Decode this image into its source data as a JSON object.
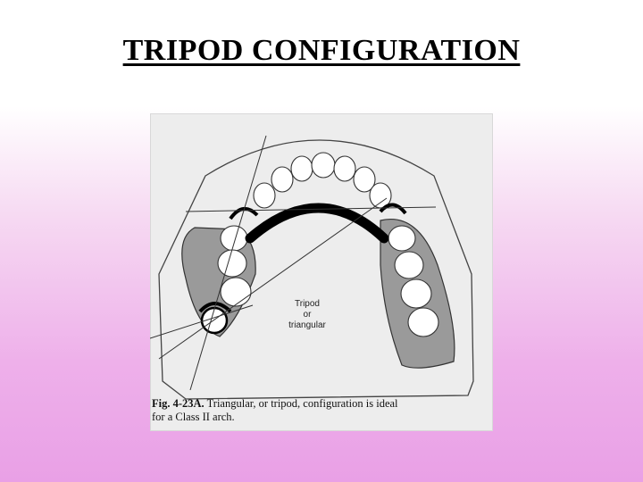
{
  "slide": {
    "title": "TRIPOD CONFIGURATION"
  },
  "figure": {
    "label_line1": "Tripod",
    "label_line2": "or",
    "label_line3": "triangular",
    "caption_fig": "Fig. 4-23A.",
    "caption_line1": "Triangular, or tripod, configuration is ideal",
    "caption_line2": "for a Class II arch."
  }
}
